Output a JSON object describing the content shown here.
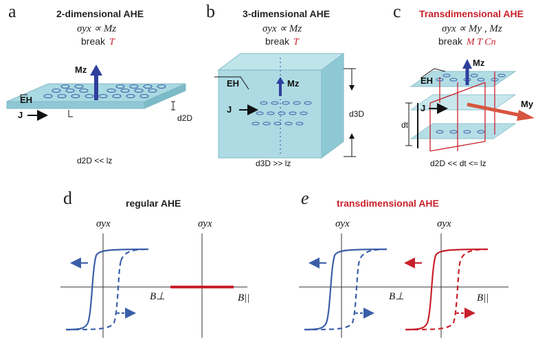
{
  "panels": {
    "a": {
      "letter": "a",
      "title": "2-dimensional AHE",
      "relation": "σyx ∝ Mz",
      "break_word": "break",
      "break_symbols": "T",
      "labels": {
        "mz": "Mz",
        "eh": "EH",
        "j": "J",
        "thickness": "d2D"
      },
      "condition": "d2D << lz"
    },
    "b": {
      "letter": "b",
      "title": "3-dimensional AHE",
      "relation": "σyx ∝ Mz",
      "break_word": "break",
      "break_symbols": "T",
      "labels": {
        "mz": "Mz",
        "eh": "EH",
        "j": "J",
        "thickness": "d3D"
      },
      "condition": "d3D >> lz"
    },
    "c": {
      "letter": "c",
      "title": "Transdimensional AHE",
      "relation": "σyx ∝ My , Mz",
      "break_word": "break",
      "break_symbols": "M  T  Cn",
      "labels": {
        "mz": "Mz",
        "my": "My",
        "eh": "EH",
        "j": "J",
        "thickness": "dt"
      },
      "condition": "d2D << dt <≈ lz"
    },
    "d": {
      "letter": "d",
      "title": "regular AHE",
      "plots": [
        {
          "ylabel": "σyx",
          "xlabel": "B⊥"
        },
        {
          "ylabel": "σyx",
          "xlabel": "B||"
        }
      ]
    },
    "e": {
      "letter": "e",
      "title": "transdimensional AHE",
      "plots": [
        {
          "ylabel": "σyx",
          "xlabel": "B⊥"
        },
        {
          "ylabel": "σyx",
          "xlabel": "B||"
        }
      ]
    }
  },
  "colors": {
    "blue": "#3a5ea8",
    "red": "#c8202b",
    "slab": "#a9d9e2",
    "arrow_blue": "#2e3f9c"
  }
}
